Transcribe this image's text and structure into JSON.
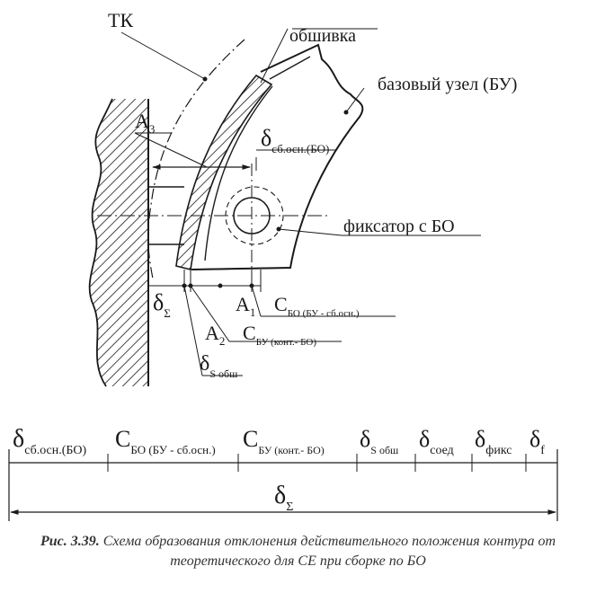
{
  "labels": {
    "tk": "ТК",
    "obshivka": "обшивка",
    "base_unit": "базовый узел (БУ)",
    "fixator": "фиксатор с БО",
    "a3": {
      "main": "A",
      "sub": "3"
    },
    "a1": {
      "main": "A",
      "sub": "1"
    },
    "a2": {
      "main": "A",
      "sub": "2"
    },
    "d_sb_osn": {
      "main": "δ",
      "sub": "сб.осн.(БО)"
    },
    "d_sigma": {
      "main": "δ",
      "sub": "Σ"
    },
    "c_bo": {
      "main": "C",
      "sub": "БО (БУ - сб.осн.)"
    },
    "c_bu": {
      "main": "C",
      "sub": "БУ (конт.- БО)"
    },
    "d_s_obsh": {
      "main": "δ",
      "sub": "S обш"
    }
  },
  "chain": {
    "items": [
      {
        "main": "δ",
        "sub": "сб.осн.(БО)"
      },
      {
        "main": "C",
        "sub": "БО (БУ - сб.осн.)"
      },
      {
        "main": "C",
        "sub": "БУ (конт.- БО)"
      },
      {
        "main": "δ",
        "sub": "S обш"
      },
      {
        "main": "δ",
        "sub": "соед"
      },
      {
        "main": "δ",
        "sub": "фикс"
      },
      {
        "main": "δ",
        "sub": "f"
      }
    ],
    "total": {
      "main": "δ",
      "sub": "Σ"
    }
  },
  "caption": {
    "figure": "Рис. 3.39.",
    "text": "Схема образования отклонения действительного положения контура от теоретического для СЕ при сборке по БО"
  }
}
